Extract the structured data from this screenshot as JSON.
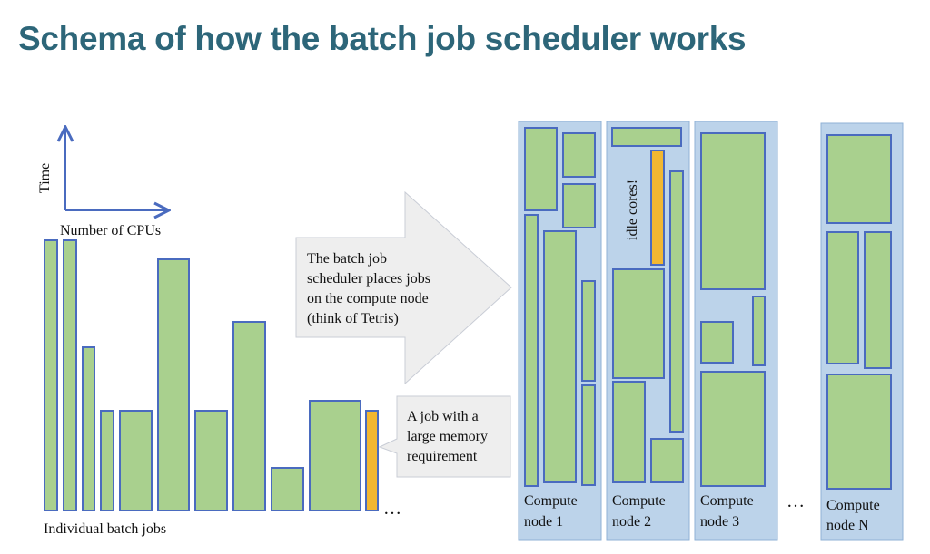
{
  "title": "Schema of how the batch job scheduler works",
  "axes": {
    "y_label": "Time",
    "x_label": "Number of CPUs"
  },
  "jobs_label": "Individual batch jobs",
  "ellipsis": "…",
  "arrow_text": [
    "The batch job",
    "scheduler places jobs",
    "on the compute node",
    "(think of Tetris)"
  ],
  "callout_text": [
    "A job with a",
    "large memory",
    "requirement"
  ],
  "idle_label": "idle cores!",
  "nodes": [
    {
      "label": [
        "Compute",
        "node 1"
      ]
    },
    {
      "label": [
        "Compute",
        "node 2"
      ]
    },
    {
      "label": [
        "Compute",
        "node 3"
      ]
    },
    {
      "label": [
        "Compute",
        "node N"
      ]
    }
  ],
  "colors": {
    "title": "#2d6679",
    "job": "#a9d08e",
    "large_memory_job": "#f2b731",
    "node": "#bcd3ea",
    "outline": "#4a6bbf",
    "arrow": "#eeeeee"
  }
}
